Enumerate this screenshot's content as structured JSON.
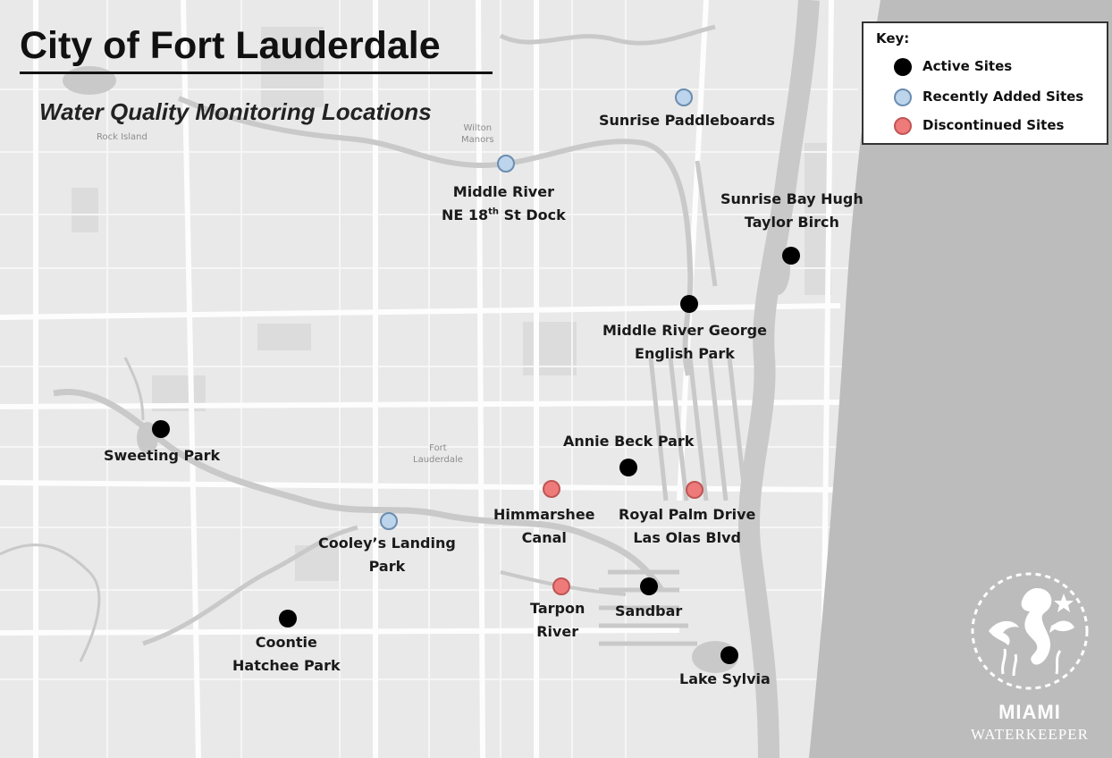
{
  "map": {
    "title": "City of Fort Lauderdale",
    "subtitle": "Water Quality Monitoring Locations",
    "basemap_labels": [
      {
        "id": "rock-island",
        "lines": [
          "Rock Island"
        ]
      },
      {
        "id": "wilton-manors",
        "lines": [
          "Wilton",
          "Manors"
        ]
      },
      {
        "id": "fort-lauderdale",
        "lines": [
          "Fort",
          "Lauderdale"
        ]
      }
    ],
    "colors": {
      "land": "#e9e9e9",
      "road": "#fbfbfb",
      "water": "#c9c9c9",
      "ocean": "#bcbcbc",
      "park": "#dcdcdc"
    }
  },
  "key": {
    "title": "Key:",
    "items": [
      {
        "id": "active",
        "label": "Active Sites",
        "color": "#000000"
      },
      {
        "id": "recent",
        "label": "Recently Added Sites",
        "color": "#bcd4ec"
      },
      {
        "id": "discontinued",
        "label": "Discontinued Sites",
        "color": "#ee7a7a"
      }
    ]
  },
  "sites": [
    {
      "id": "sunrise-paddleboards",
      "status": "recent",
      "lines": [
        "Sunrise Paddleboards"
      ]
    },
    {
      "id": "middle-river-ne-18th",
      "status": "recent",
      "lines": [
        "Middle River",
        "NE 18th St Dock"
      ]
    },
    {
      "id": "sunrise-bay",
      "status": "active",
      "lines": [
        "Sunrise Bay Hugh",
        "Taylor Birch"
      ]
    },
    {
      "id": "george-english",
      "status": "active",
      "lines": [
        "Middle River George",
        "English Park"
      ]
    },
    {
      "id": "sweeting-park",
      "status": "active",
      "lines": [
        "Sweeting Park"
      ]
    },
    {
      "id": "annie-beck",
      "status": "active",
      "lines": [
        "Annie Beck Park"
      ]
    },
    {
      "id": "himmarshee",
      "status": "discontinued",
      "lines": [
        "Himmarshee",
        "Canal"
      ]
    },
    {
      "id": "royal-palm",
      "status": "discontinued",
      "lines": [
        "Royal Palm Drive",
        "Las Olas Blvd"
      ]
    },
    {
      "id": "cooleys-landing",
      "status": "recent",
      "lines": [
        "Cooley’s Landing",
        "Park"
      ]
    },
    {
      "id": "tarpon-river",
      "status": "discontinued",
      "lines": [
        "Tarpon",
        "River"
      ]
    },
    {
      "id": "sandbar",
      "status": "active",
      "lines": [
        "Sandbar"
      ]
    },
    {
      "id": "coontie-hatchee",
      "status": "active",
      "lines": [
        "Coontie",
        "Hatchee Park"
      ]
    },
    {
      "id": "lake-sylvia",
      "status": "active",
      "lines": [
        "Lake Sylvia"
      ]
    }
  ],
  "logo": {
    "name": "MIAMI",
    "sub": "WATERKEEPER"
  }
}
